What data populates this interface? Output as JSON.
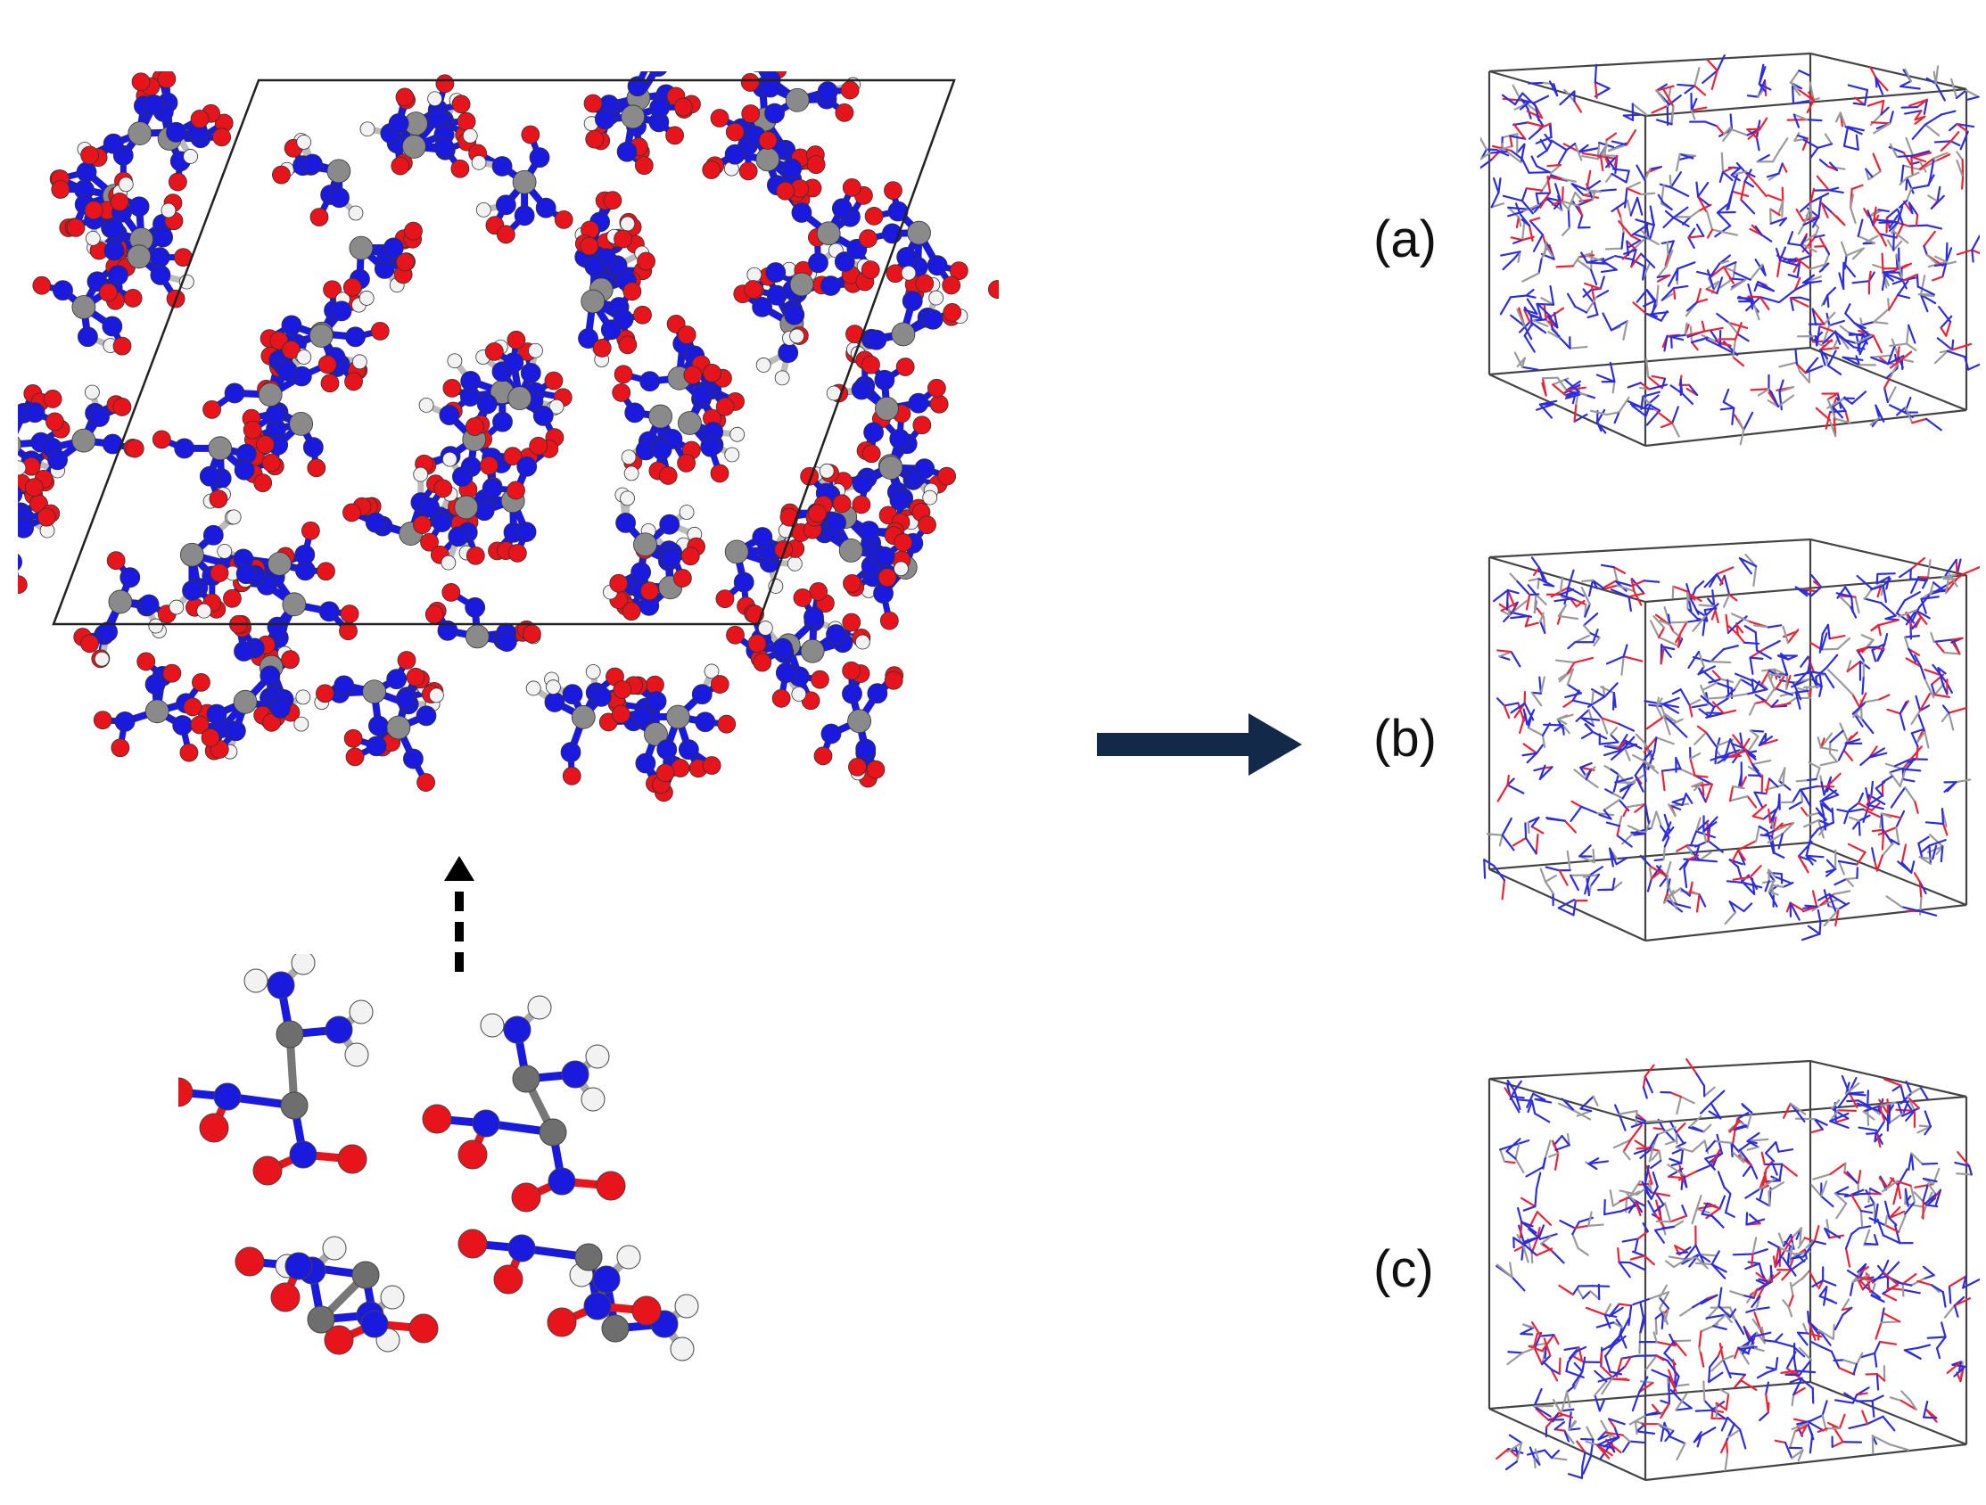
{
  "figure": {
    "panels": [
      {
        "id": "a",
        "label": "(a)"
      },
      {
        "id": "b",
        "label": "(b)"
      },
      {
        "id": "c",
        "label": "(c)"
      }
    ],
    "colors": {
      "oxygen": "#e8141c",
      "nitrogen": "#1a1adf",
      "carbon": "#8a8a8a",
      "hydrogen": "#f2f2f2",
      "arrow": "#12294a",
      "cell_outline": "#222222"
    },
    "crystal": {
      "description_icon": "supercell-ball-and-stick"
    },
    "dashed_arrow": {
      "icon": "dashed-up-arrow-icon"
    },
    "main_arrow": {
      "icon": "right-arrow-icon"
    }
  }
}
